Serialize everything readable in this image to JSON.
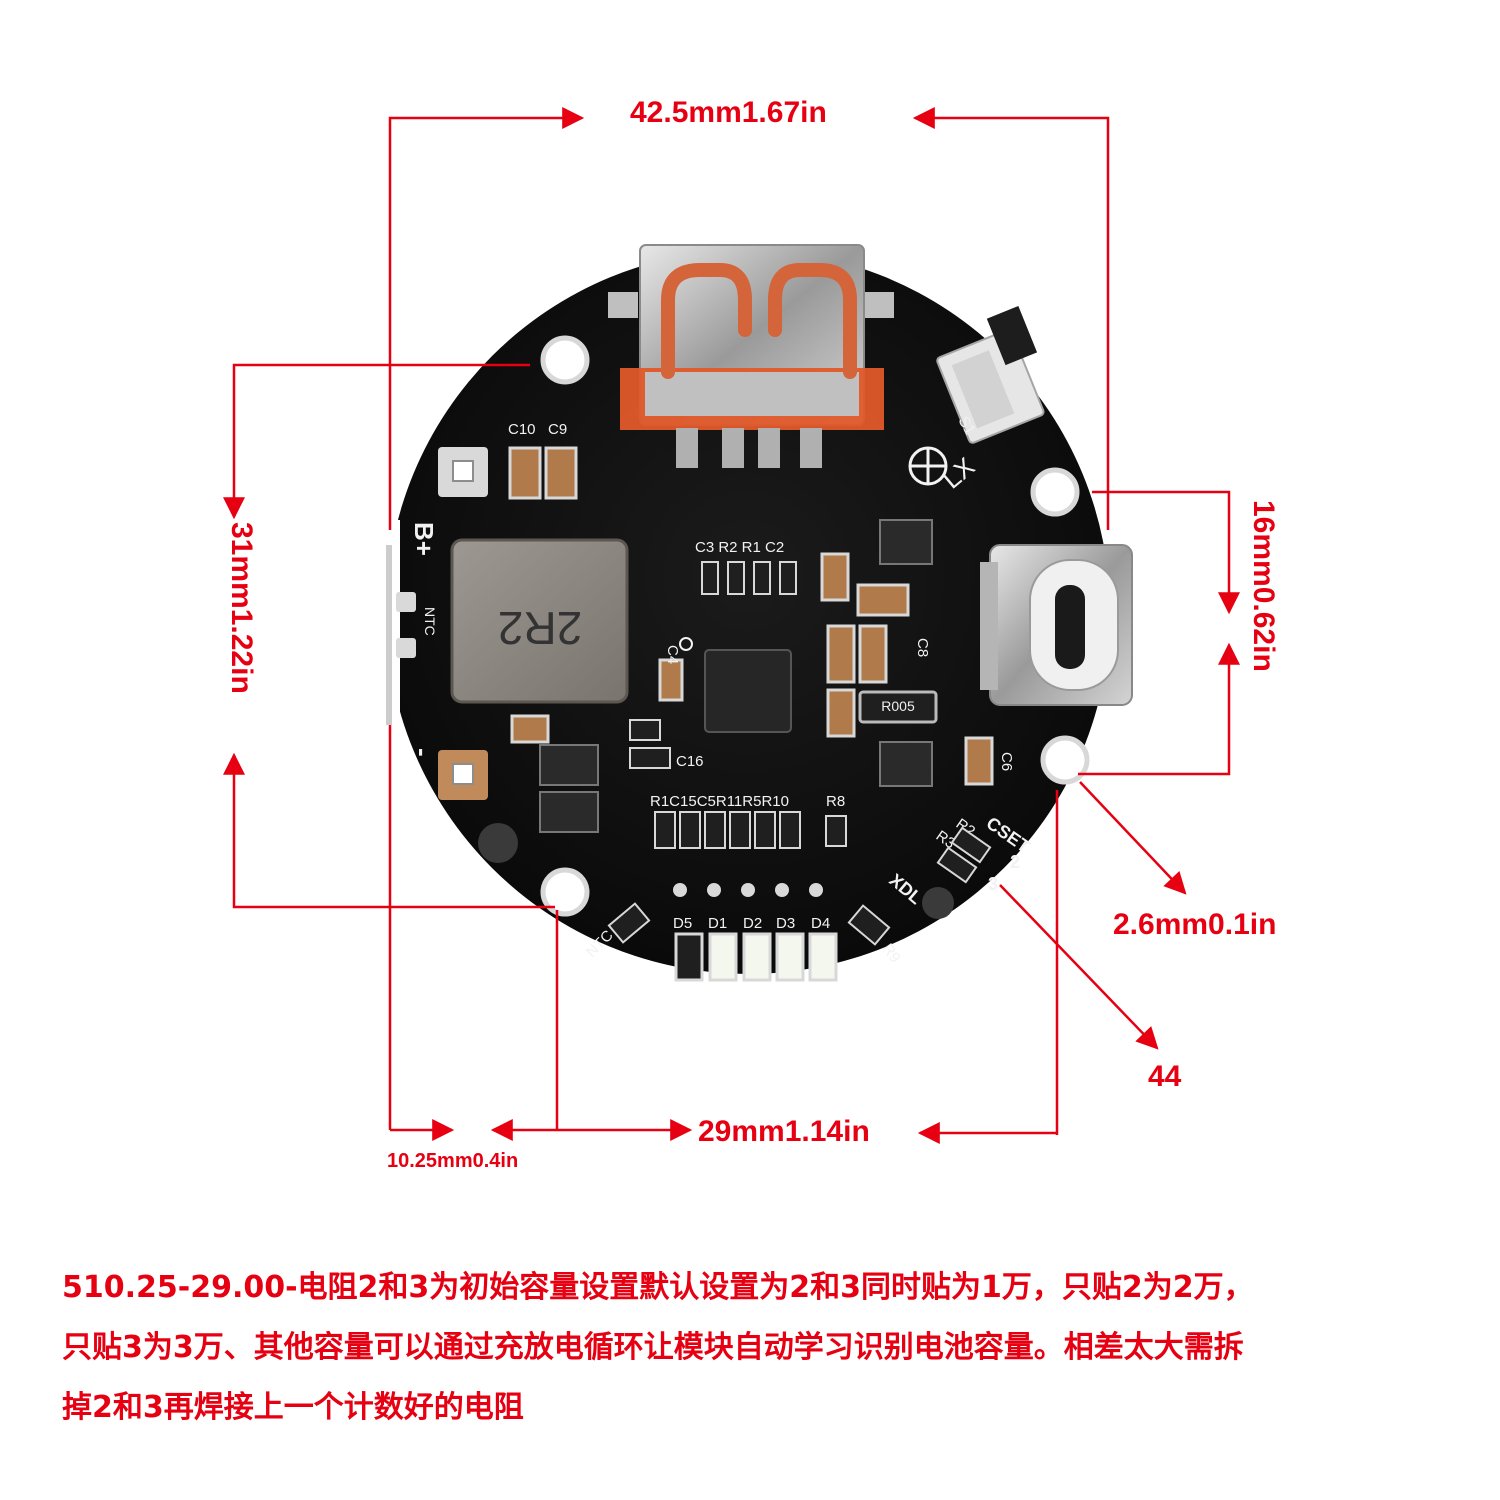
{
  "dimensions": {
    "top_width": "42.5mm1.67in",
    "left_height": "31mm1.22in",
    "right_height": "16mm0.62in",
    "hole_diameter": "2.6mm0.1in",
    "resistor_label": "44",
    "hole_span": "29mm1.14in",
    "hole_offset": "10.25mm0.4in"
  },
  "board": {
    "inductor_marking": "2R2",
    "current_sense_marking": "R005",
    "brand": "LX",
    "silkscreen": {
      "b_plus": "B+",
      "b_minus": "-",
      "ntc": "NTC",
      "ntc_bottom": "NTC",
      "s1": "S1",
      "cset": "CSET",
      "r2": "R2",
      "r3": "R3",
      "num2": "2",
      "num3": "3",
      "xdl": "XDL",
      "c10": "C10",
      "c9": "C9",
      "top_caps": "C3 R2 R1 C2",
      "c4": "C4",
      "c8": "C8",
      "c6": "C6",
      "c16": "C16",
      "bottom_row": "R1C15C5R11R5R10",
      "r8": "R8",
      "r9": "R9",
      "d5": "D5",
      "d1": "D1",
      "d2": "D2",
      "d3": "D3",
      "d4": "D4"
    }
  },
  "caption": {
    "line1": "510.25-29.00-电阻2和3为初始容量设置默认设置为2和3同时贴为1万，只贴2为2万，",
    "line2": "只贴3为3万、其他容量可以通过充放电循环让模块自动学习识别电池容量。相差太大需拆",
    "line3": "掉2和3再焊接上一个计数好的电阻"
  },
  "colors": {
    "annotation": "#e60012",
    "pcb": "#111111",
    "silkscreen": "#f2f2f2",
    "pad": "#b8b8b8",
    "led": "#f4f7ee"
  }
}
